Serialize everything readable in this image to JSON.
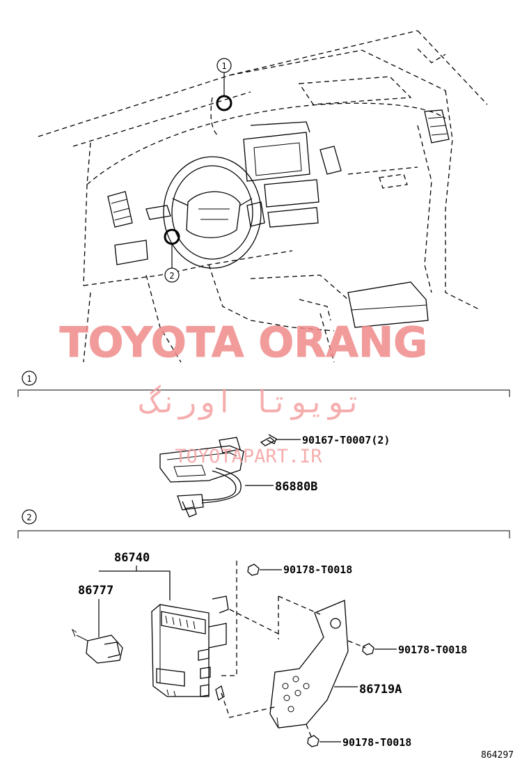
{
  "diagram_id": "864297",
  "callouts": {
    "one": "1",
    "two": "2"
  },
  "section_markers": {
    "one": "1",
    "two": "2"
  },
  "parts": {
    "bolt_1": "90167-T0007(2)",
    "sensor": "86880B",
    "assembly": "86740",
    "connector": "86777",
    "nut_top": "90178-T0018",
    "nut_right": "90178-T0018",
    "bracket": "86719A",
    "nut_bottom": "90178-T0018"
  },
  "watermark": {
    "main": "TOYOTA ORANG",
    "persian": "تویوتا اورنگ",
    "site": "TOYOTAPART.IR",
    "main_color": "#f08a8a",
    "site_color": "#f4a0a0"
  }
}
